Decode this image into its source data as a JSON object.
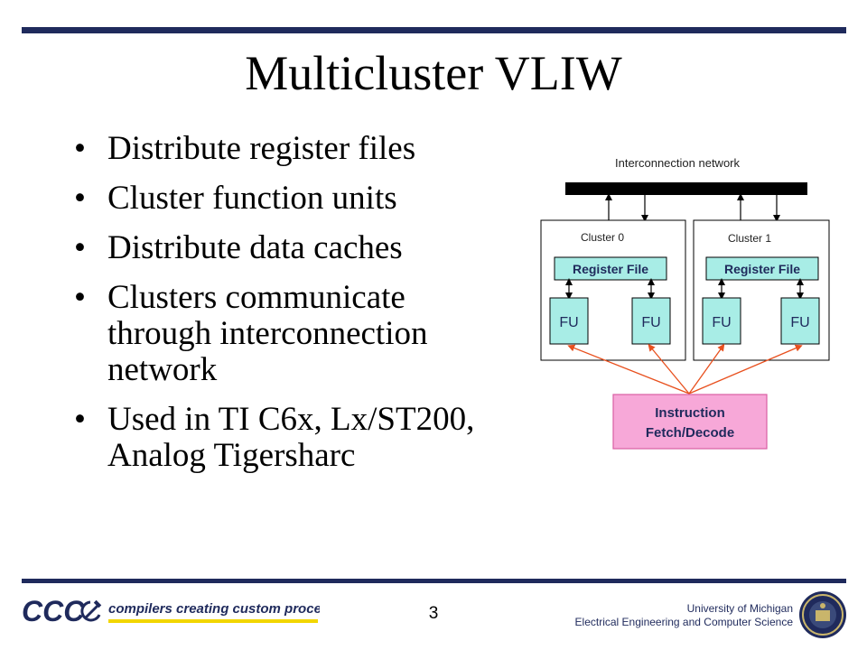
{
  "slide": {
    "title": "Multicluster VLIW",
    "bullet_symbol": "•",
    "bullets": [
      "Distribute register files",
      "Cluster function units",
      "Distribute data caches",
      "Clusters communicate through interconnection network",
      "Used in TI C6x, Lx/ST200, Analog Tigersharc"
    ]
  },
  "diagram": {
    "network_label": "Interconnection network",
    "clusters": [
      {
        "label": "Cluster 0",
        "register_file": "Register File",
        "units": [
          "FU",
          "FU"
        ]
      },
      {
        "label": "Cluster 1",
        "register_file": "Register File",
        "units": [
          "FU",
          "FU"
        ]
      }
    ],
    "instruction_unit": [
      "Instruction",
      "Fetch/Decode"
    ],
    "colors": {
      "register_file_fill": "#a8ede6",
      "fu_fill": "#a8ede6",
      "instruction_fill": "#f7a8d8",
      "instruction_border": "#d95fa3",
      "fetch_arrow": "#e8501e",
      "network_bar": "#000000"
    }
  },
  "footer": {
    "logo_text": "CCC",
    "logo_tagline": "compilers creating custom processors",
    "page_number": "3",
    "affiliation_line1": "University of Michigan",
    "affiliation_line2": "Electrical Engineering and Computer Science",
    "seal_icon": "university-seal-icon",
    "brand_color": "#1f2a5c",
    "accent_color": "#f2d600"
  }
}
